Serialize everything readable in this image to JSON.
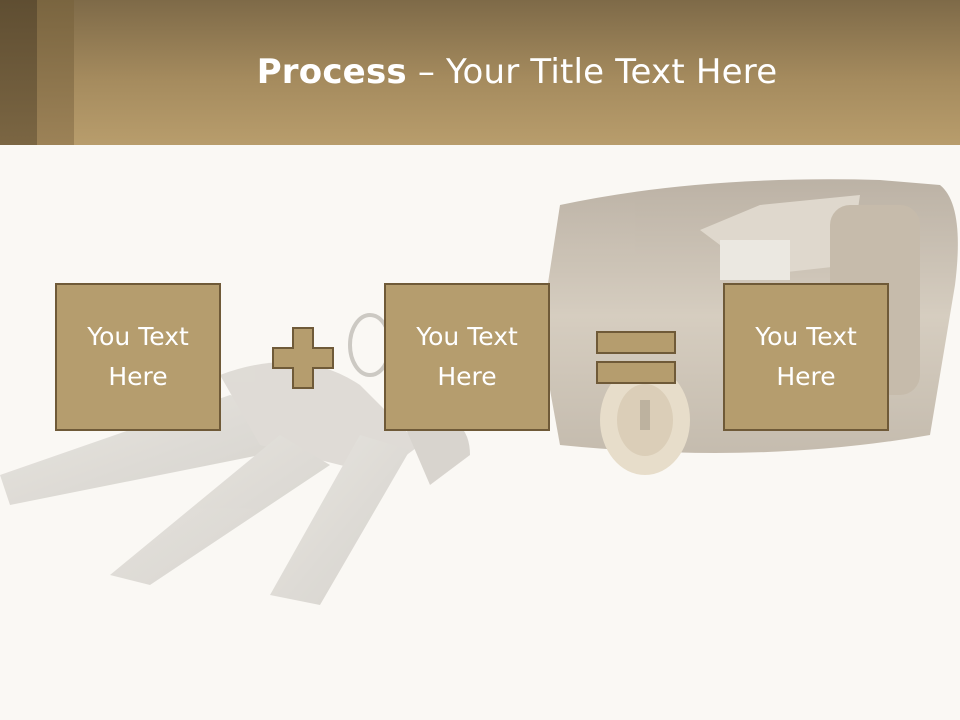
{
  "slide": {
    "title_bold": "Process",
    "title_rest": " – Your Title Text Here"
  },
  "process": {
    "boxes": [
      {
        "line1": "You Text",
        "line2": "Here"
      },
      {
        "line1": "You Text",
        "line2": "Here"
      },
      {
        "line1": "You Text",
        "line2": "Here"
      }
    ],
    "operators": [
      "plus-icon",
      "equals-icon"
    ]
  },
  "colors": {
    "header": "#a58b5e",
    "box_fill": "#b59d6e",
    "box_border": "#6f5a38",
    "background": "#faf8f4"
  }
}
